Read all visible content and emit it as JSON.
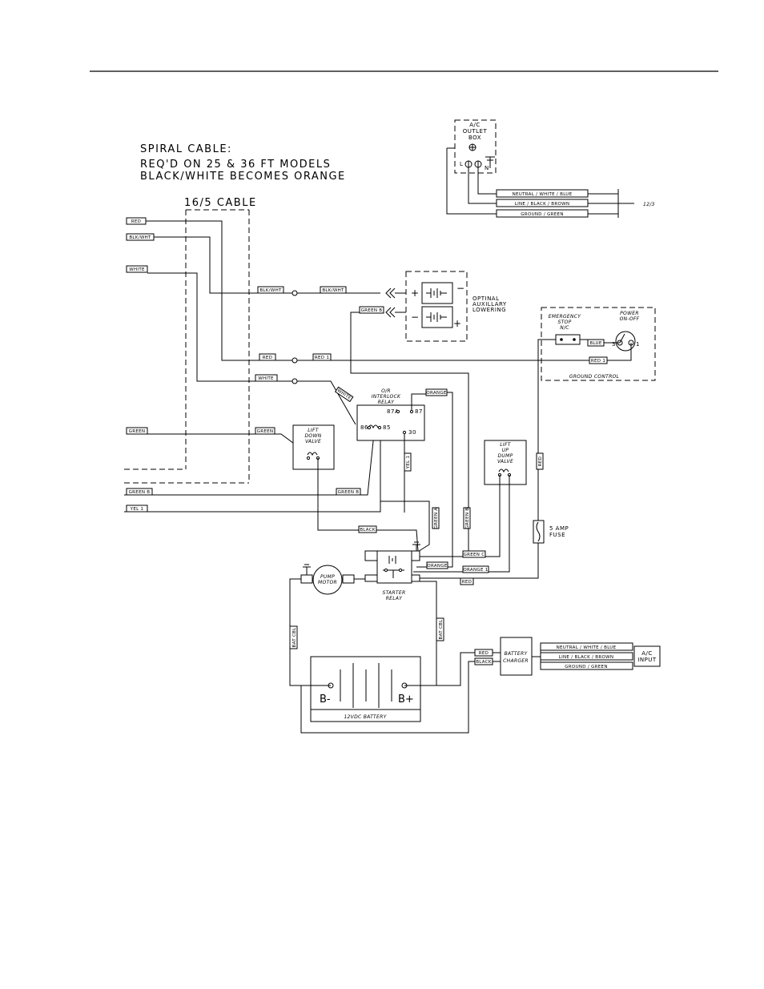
{
  "notes": {
    "spiral_title": "SPIRAL CABLE:",
    "spiral_line1": "REQ'D ON 25 & 36 FT MODELS",
    "spiral_line2": "BLACK/WHITE BECOMES ORANGE",
    "cable_16_5": "16/5 CABLE"
  },
  "components": {
    "ac_outlet_box": [
      "A/C",
      "OUTLET",
      "BOX"
    ],
    "outlet_l": "L",
    "outlet_n": "N",
    "cable_12_3": "12/3",
    "optional_aux": [
      "OPTINAL",
      "AUXILLARY",
      "LOWERING"
    ],
    "emergency_stop": [
      "EMERGENCY",
      "STOP",
      "N/C"
    ],
    "power_switch": [
      "POWER",
      "ON-OFF"
    ],
    "power_switch_3": "3",
    "power_switch_1": "1",
    "ground_control": "GROUND CONTROL",
    "interlock_relay": [
      "O/R",
      "INTERLOCK",
      "RELAY"
    ],
    "relay_87a": "87A",
    "relay_87": "87",
    "relay_86": "86",
    "relay_85": "85",
    "relay_30": "30",
    "lift_down_valve": [
      "LIFT",
      "DOWN",
      "VALVE"
    ],
    "lift_up_dump_valve": [
      "LIFT",
      "UP",
      "DUMP",
      "VALVE"
    ],
    "fuse": [
      "5 AMP",
      "FUSE"
    ],
    "pump_motor": [
      "PUMP",
      "MOTOR"
    ],
    "starter_relay": [
      "STARTER",
      "RELAY"
    ],
    "battery": "12VDC BATTERY",
    "battery_neg": "B-",
    "battery_pos": "B+",
    "battery_charger": [
      "BATTERY",
      "CHARGER"
    ],
    "ac_input": [
      "A/C",
      "INPUT"
    ]
  },
  "wire_labels": {
    "neutral": "NEUTRAL / WHITE / BLUE",
    "line": "LINE / BLACK / BROWN",
    "ground": "GROUND / GREEN",
    "red": "RED",
    "blk_wht": "BLK/WHT",
    "white": "WHITE",
    "green": "GREEN",
    "green_b": "GREEN B",
    "yel_1": "YEL 1",
    "red_1": "RED 1",
    "blue": "BLUE",
    "orange": "ORANGE",
    "orange_1": "ORANGE 1",
    "black": "BLACK",
    "green_a": "GREEN A",
    "green_c": "GREEN C",
    "bat_cbl": "BAT CBL",
    "white_diag": "WHITE"
  }
}
